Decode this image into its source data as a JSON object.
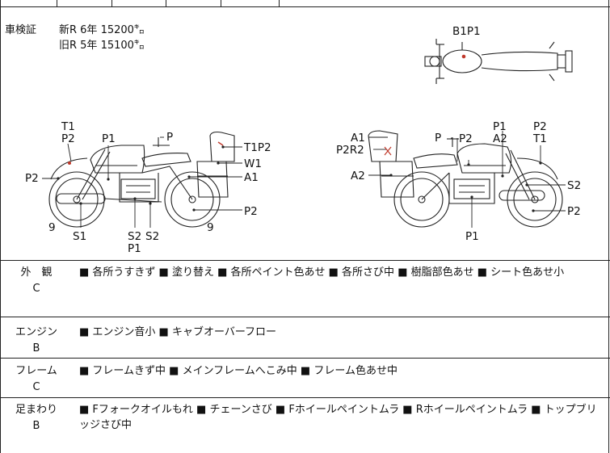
{
  "inspection": {
    "label": "車検証",
    "lines": [
      "新R 6年 15200㌔",
      "旧R 5年 15100㌔"
    ]
  },
  "top_view": {
    "label": "B1P1"
  },
  "left_view": {
    "labels": {
      "t1": "T1",
      "p2_top": "P2",
      "p1_tank": "P1",
      "p_mirror": "P",
      "t1p2": "T1P2",
      "w1": "W1",
      "a1": "A1",
      "p2_rear": "P2",
      "p2_wheel": "P2",
      "nine_left": "9",
      "nine_right": "9",
      "s1": "S1",
      "s2a": "S2",
      "s2b": "S2",
      "p1_bottom": "P1"
    }
  },
  "right_view": {
    "labels": {
      "a1": "A1",
      "p2r2": "P2R2",
      "a2": "A2",
      "p": "P",
      "p2": "P2",
      "p1": "P1",
      "a2_top": "A2",
      "p2_top": "P2",
      "t1": "T1",
      "s2": "S2",
      "p2_wheel": "P2",
      "p1_bottom": "P1"
    }
  },
  "conditions": [
    {
      "category": "外　観",
      "grade": "C",
      "text": "■ 各所うすきず ■ 塗り替え ■ 各所ペイント色あせ ■ 各所さび中 ■ 樹脂部色あせ ■ シート色あせ小"
    },
    {
      "category": "エンジン",
      "grade": "B",
      "text": "■ エンジン音小 ■ キャブオーバーフロー"
    },
    {
      "category": "フレーム",
      "grade": "C",
      "text": "■ フレームきず中 ■ メインフレームへこみ中 ■ フレーム色あせ中"
    },
    {
      "category": "足まわり",
      "grade": "B",
      "text": "■ Fフォークオイルもれ ■ チェーンさび ■ Fホイールペイントムラ ■ Rホイールペイントムラ ■ トップブリッジさび中"
    }
  ],
  "colors": {
    "line": "#222222",
    "damage_mark": "#c0392b"
  }
}
